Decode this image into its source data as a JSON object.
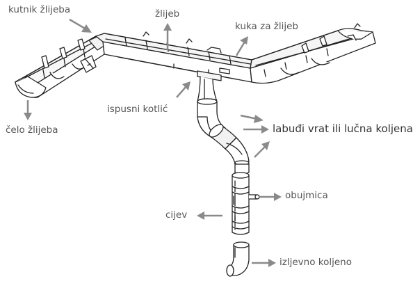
{
  "labels": {
    "kutnik_zlijeba": "kutnik žlijeba",
    "zlijeb": "žlijeb",
    "kuka_za_zlijeb": "kuka za žlijeb",
    "ispusni_kotlic": "ispusni kotlić",
    "celo_zlijeba": "čelo žlijeba",
    "labudji_vrat": "labuđi vrat ili lučna koljena",
    "obujmica": "obujmica",
    "cijev": "cijev",
    "izljevno_koljeno": "izljevno koljeno"
  },
  "colors": {
    "line": "#222222",
    "arrow": "#8a8a8a",
    "label": "#555555",
    "label_dark": "#333333"
  }
}
